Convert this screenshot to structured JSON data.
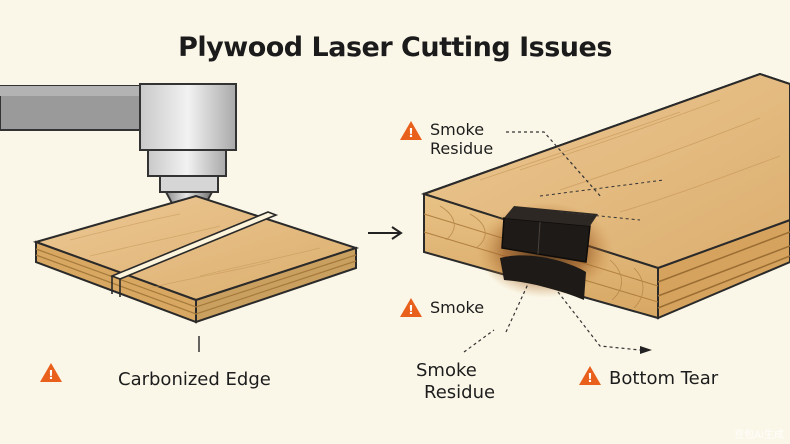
{
  "title": "Plywood Laser Cutting Issues",
  "labels": {
    "smoke_residue_top_1": "Smoke",
    "smoke_residue_top_2": "Residue",
    "smoke_mid": "Smoke",
    "smoke_residue_bottom_1": "Smoke",
    "smoke_residue_bottom_2": "Residue",
    "carbonized_edge": "Carbonized Edge",
    "bottom_tear": "Bottom Tear"
  },
  "watermark": "豆包AI生成",
  "colors": {
    "background": "#fbf7e8",
    "warning": "#e8601c",
    "wood": "#e2b77a",
    "char": "#1e1a17"
  }
}
